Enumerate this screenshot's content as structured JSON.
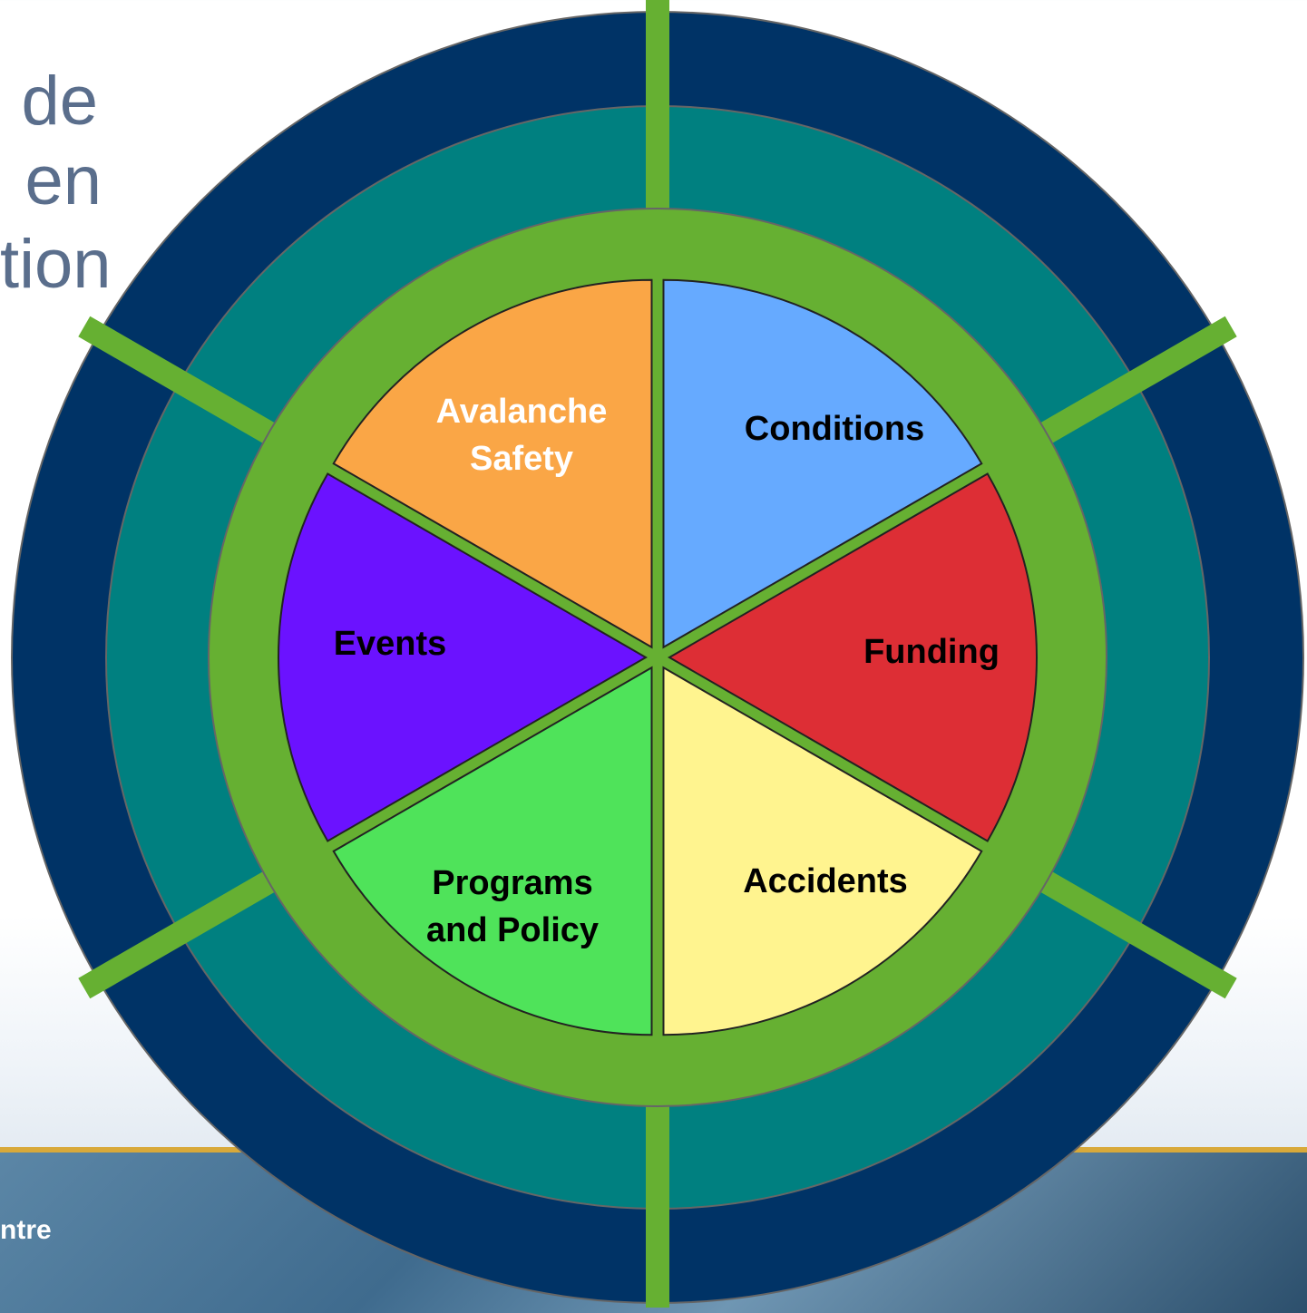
{
  "background_text": {
    "line1": "de",
    "line2": "en",
    "line3": "tion",
    "stray_dash": "-"
  },
  "footer": {
    "text": "ntre"
  },
  "wheel": {
    "colors": {
      "outer_ring": "#003366",
      "middle_ring": "#008080",
      "inner_ring": "#66b032",
      "dividers": "#66b032"
    },
    "segments": [
      {
        "id": "conditions",
        "lines": [
          "Conditions"
        ],
        "color": "#66aaff",
        "text_color": "#000000"
      },
      {
        "id": "funding",
        "lines": [
          "Funding"
        ],
        "color": "#dd2e35",
        "text_color": "#000000"
      },
      {
        "id": "accidents",
        "lines": [
          "Accidents"
        ],
        "color": "#fff48f",
        "text_color": "#000000"
      },
      {
        "id": "programs",
        "lines": [
          "Programs",
          "and Policy"
        ],
        "color": "#4fe35a",
        "text_color": "#000000"
      },
      {
        "id": "events",
        "lines": [
          "Events"
        ],
        "color": "#6b12ff",
        "text_color": "#000000"
      },
      {
        "id": "avalanche",
        "lines": [
          "Avalanche",
          "Safety"
        ],
        "color": "#faa646",
        "text_color": "#ffffff"
      }
    ]
  }
}
